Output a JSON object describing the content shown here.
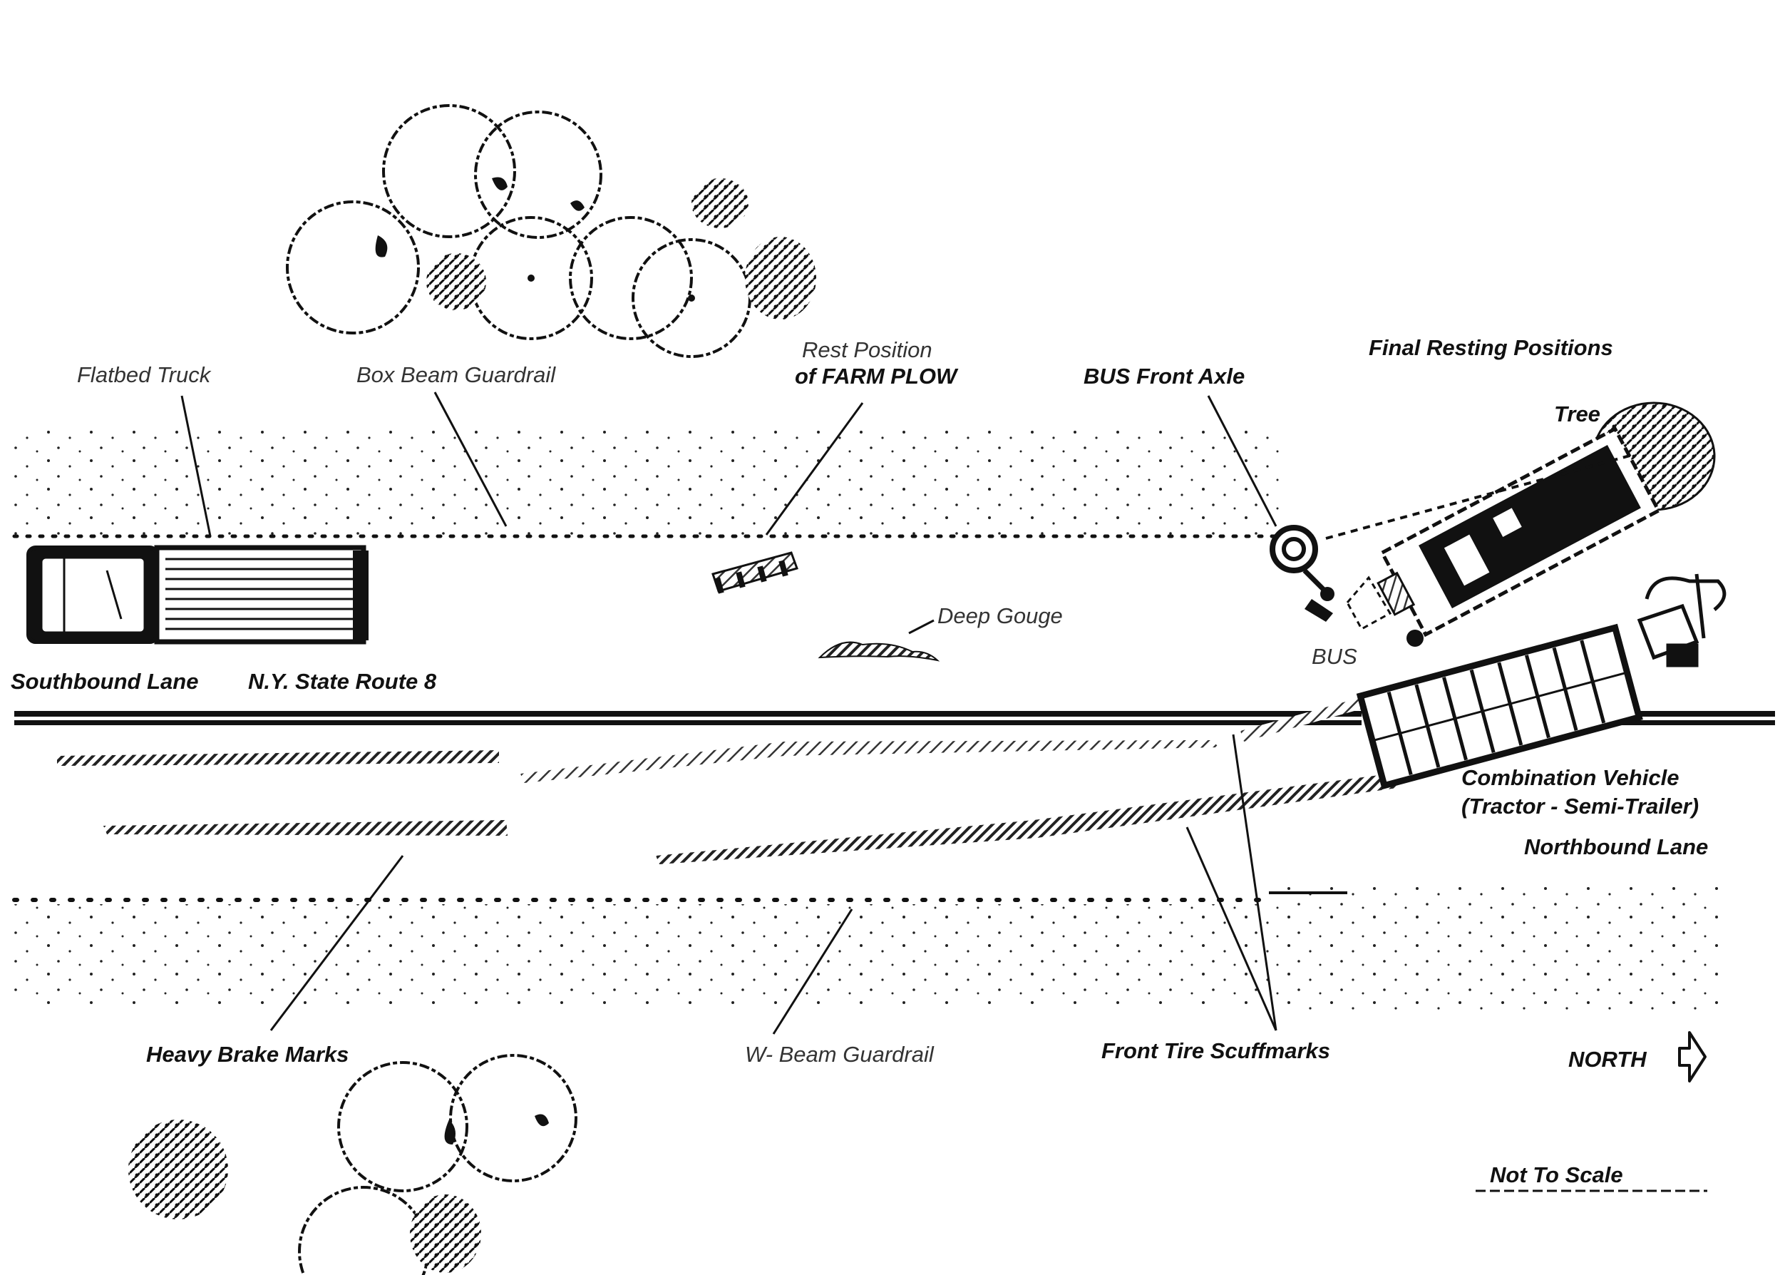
{
  "labels": {
    "flatbed_truck": "Flatbed Truck",
    "box_beam_guardrail": "Box Beam Guardrail",
    "rest_position_line1": "Rest Position",
    "rest_position_line2": "of FARM PLOW",
    "bus_front_axle": "BUS Front Axle",
    "final_resting_positions": "Final Resting Positions",
    "tree": "Tree",
    "deep_gouge": "Deep Gouge",
    "bus": "BUS",
    "southbound_lane": "Southbound Lane",
    "route": "N.Y. State Route 8",
    "combination_vehicle_line1": "Combination Vehicle",
    "combination_vehicle_line2": "(Tractor - Semi-Trailer)",
    "northbound_lane": "Northbound Lane",
    "heavy_brake_marks": "Heavy Brake Marks",
    "w_beam_guardrail": "W- Beam Guardrail",
    "front_tire_scuffmarks": "Front Tire Scuffmarks",
    "north": "NORTH",
    "not_to_scale": "Not To Scale"
  },
  "icons": {
    "north_arrow": "north-arrow-icon"
  },
  "colors": {
    "ink": "#111111",
    "paper": "#ffffff",
    "hatch": "#2a2a2a"
  }
}
